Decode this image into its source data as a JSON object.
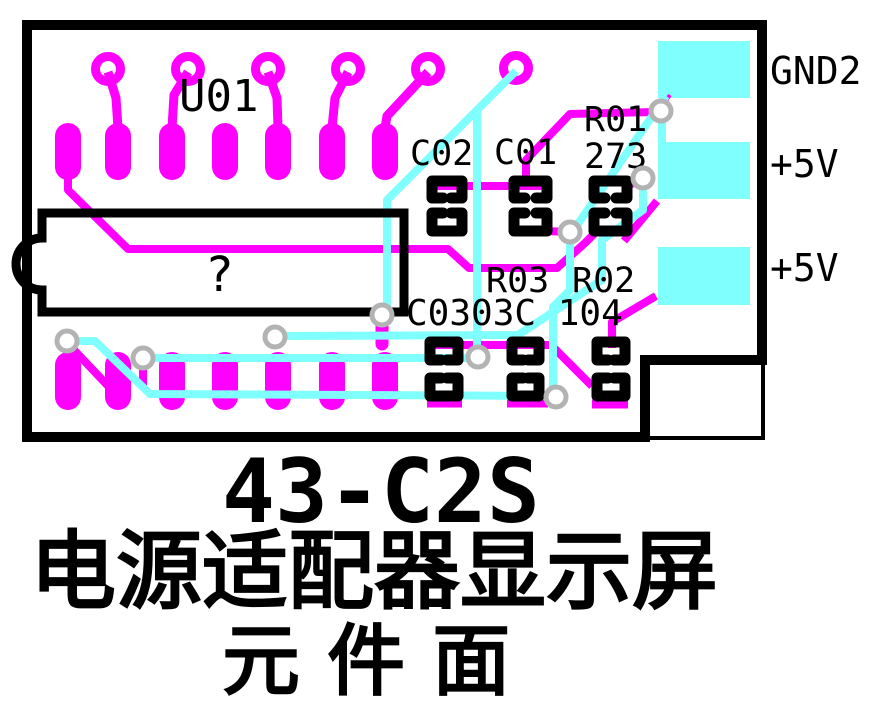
{
  "colors": {
    "copper": "#ff00ff",
    "trace": "#80ffff",
    "via": "#b3b3b3",
    "silk": "#000000",
    "bg": "#ffffff"
  },
  "board": {
    "components": {
      "u01": "U01",
      "c02": "C02",
      "c01": "C01",
      "r01": "R01",
      "r01_value": "273",
      "r03": "R03",
      "r02": "R02",
      "c03_row": "C0303C 104",
      "ic_mark": "?"
    },
    "pins": {
      "gnd2": "GND2",
      "v5_top": "+5V",
      "v5_bottom": "+5V"
    }
  },
  "title": {
    "model": "43-C2S",
    "name": "电源适配器显示屏",
    "side": "元 件 面"
  }
}
